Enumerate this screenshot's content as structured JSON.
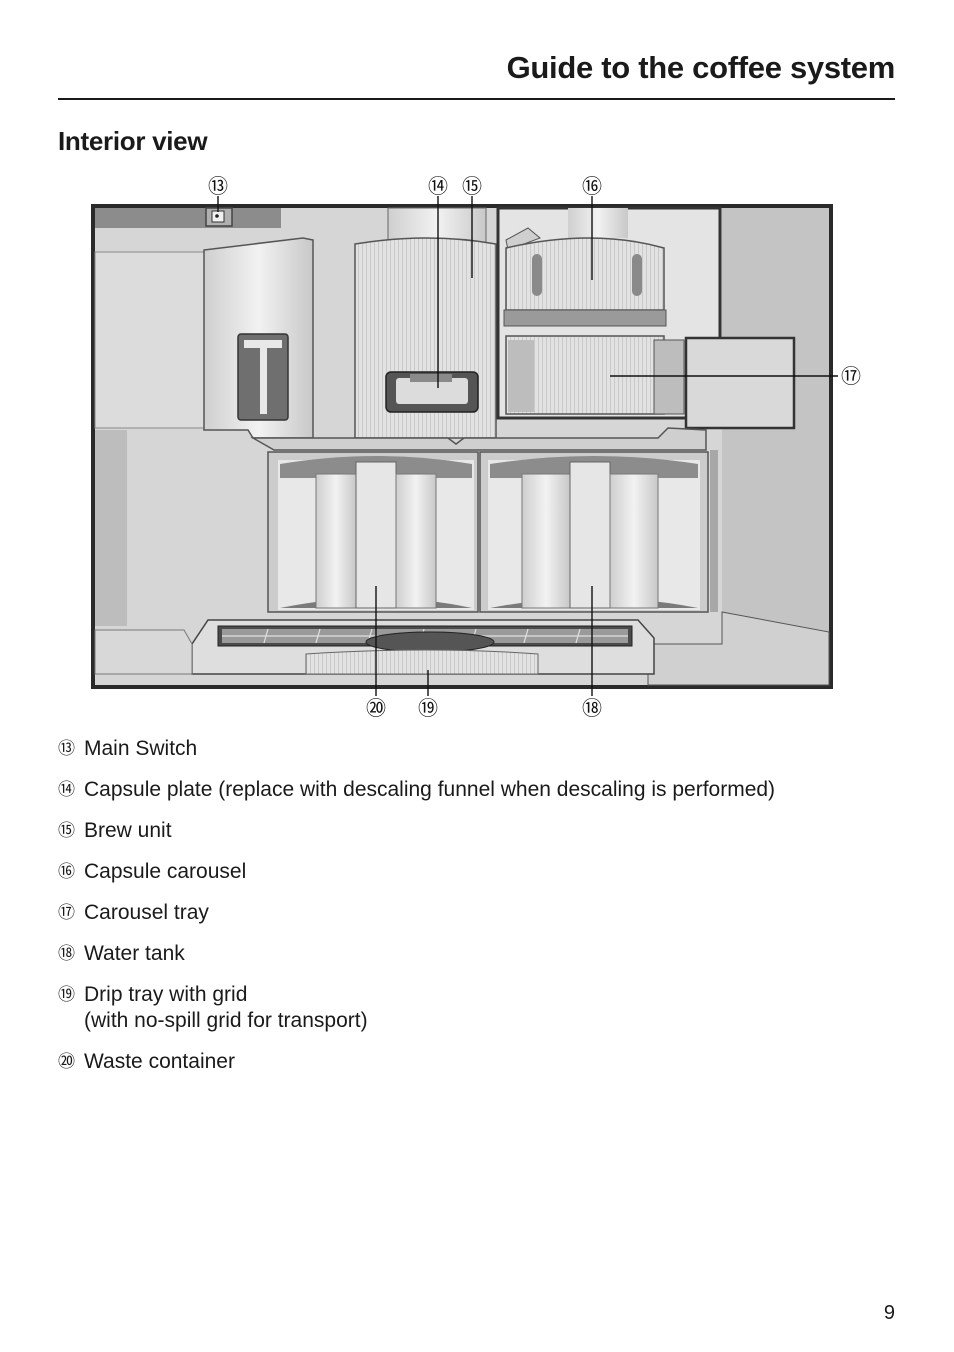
{
  "header": {
    "title": "Guide to the coffee system"
  },
  "section": {
    "title": "Interior view"
  },
  "diagram": {
    "callouts": {
      "c13": "⑬",
      "c14": "⑭",
      "c15": "⑮",
      "c16": "⑯",
      "c17": "⑰",
      "c18": "⑱",
      "c19": "⑲",
      "c20": "⑳"
    }
  },
  "legend": {
    "items": [
      {
        "num": "⑬",
        "text": "Main Switch"
      },
      {
        "num": "⑭",
        "text": "Capsule plate (replace with descaling funnel when descaling is performed)"
      },
      {
        "num": "⑮",
        "text": "Brew unit"
      },
      {
        "num": "⑯",
        "text": "Capsule carousel"
      },
      {
        "num": "⑰",
        "text": "Carousel tray"
      },
      {
        "num": "⑱",
        "text": "Water tank"
      },
      {
        "num": "⑲",
        "text": "Drip tray with grid",
        "text2": "(with no-spill grid for transport)"
      },
      {
        "num": "⑳",
        "text": "Waste container"
      }
    ]
  },
  "footer": {
    "page_number": "9"
  }
}
